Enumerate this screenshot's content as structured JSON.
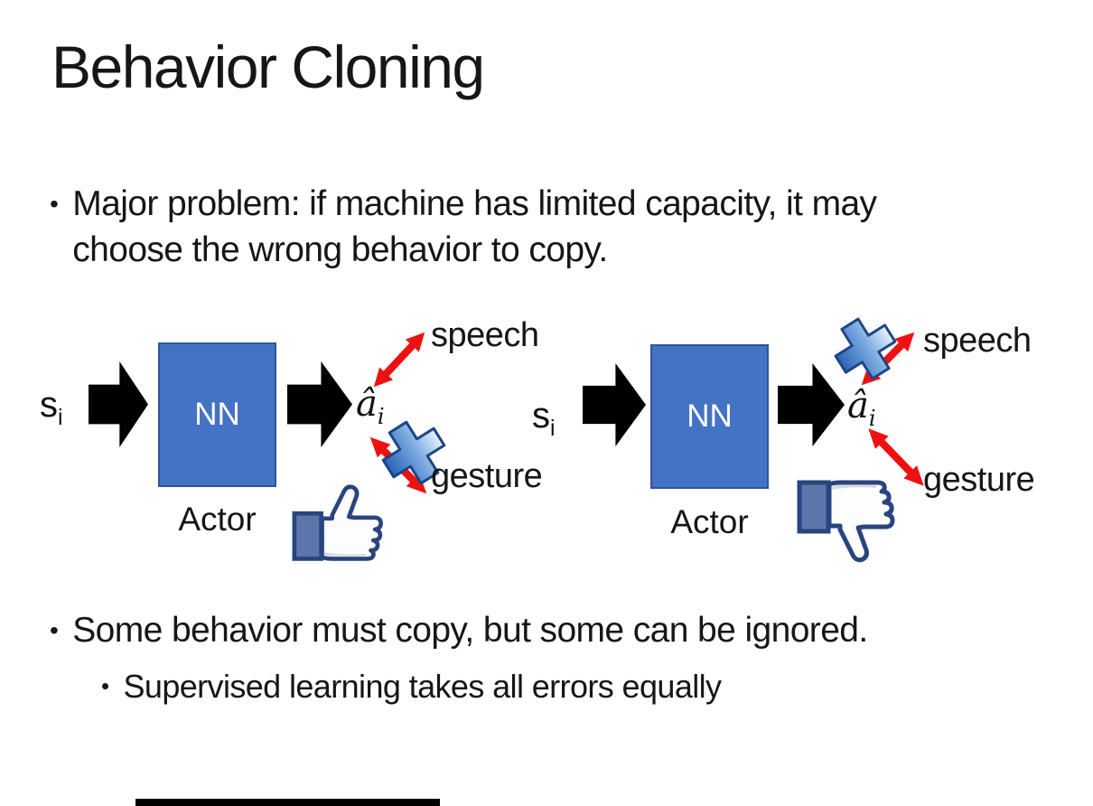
{
  "slide": {
    "title": "Behavior Cloning",
    "bullet_glyph": "•",
    "bullets": {
      "main1": "Major problem: if machine has limited capacity, it may choose the wrong behavior to copy.",
      "main2": "Some behavior must copy, but some can be ignored.",
      "sub1": "Supervised learning takes all errors equally"
    }
  },
  "diagrams": [
    {
      "id": "left",
      "input_base": "s",
      "input_sub": "i",
      "nn_label": "NN",
      "actor_label": "Actor",
      "output_base": "â",
      "output_sub": "i",
      "speech_label": "speech",
      "gesture_label": "gesture",
      "crossed_out_behavior": "gesture",
      "feedback_icon": "thumbs-up-icon"
    },
    {
      "id": "right",
      "input_base": "s",
      "input_sub": "i",
      "nn_label": "NN",
      "actor_label": "Actor",
      "output_base": "â",
      "output_sub": "i",
      "speech_label": "speech",
      "gesture_label": "gesture",
      "crossed_out_behavior": "speech",
      "feedback_icon": "thumbs-down-icon"
    }
  ],
  "colors": {
    "nn_box_fill": "#4472c4",
    "nn_box_border": "#2f5596",
    "block_arrow": "#000000",
    "red_arrow": "#ed1111",
    "cross_blue": "#3a74c4",
    "thumb_outline": "#29447e",
    "thumb_sleeve": "#5c76ab",
    "text": "#161616"
  }
}
